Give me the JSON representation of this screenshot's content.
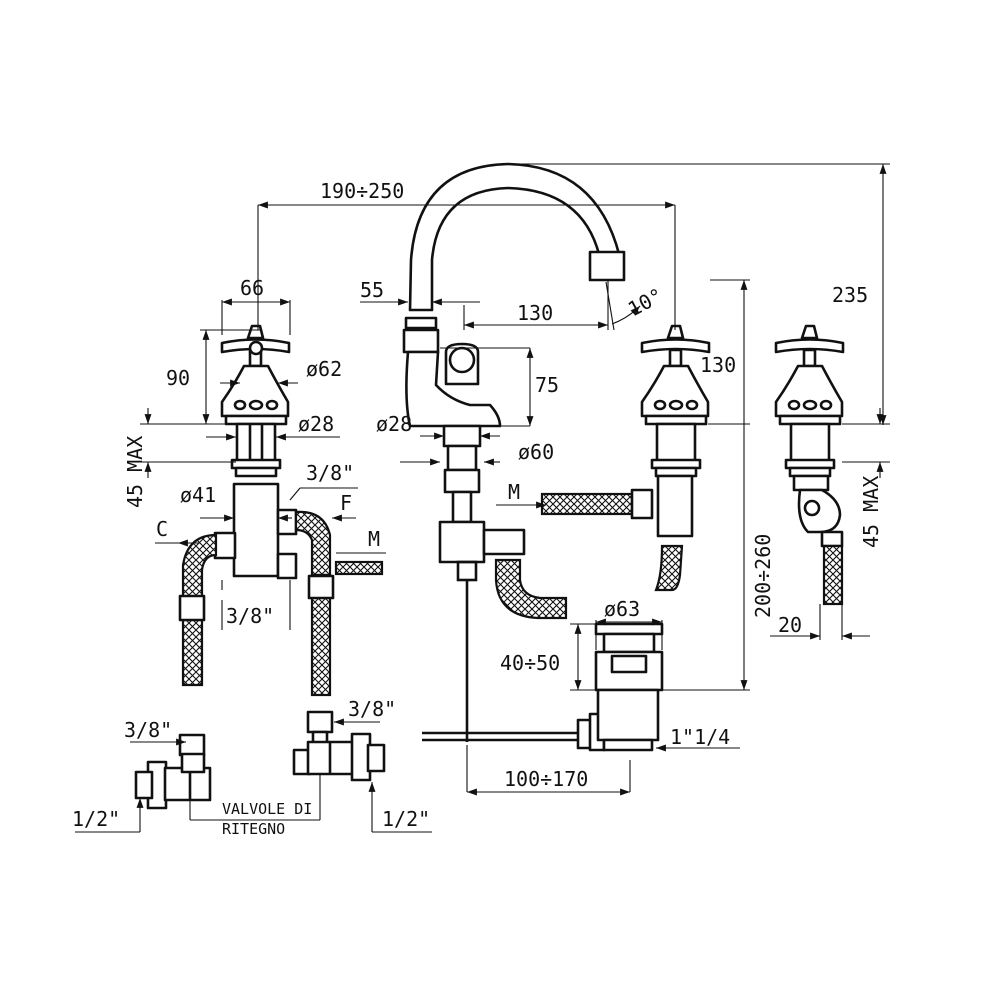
{
  "dimensions": {
    "spout_spread": "190÷250",
    "handle_width": "66",
    "spout_offset": "55",
    "spout_reach": "130",
    "spout_angle": "10°",
    "total_height": "235",
    "handle_height": "90",
    "handle_dia": "ø62",
    "body_height": "75",
    "right_height": "130",
    "shank_dia_left": "ø28",
    "shank_dia_spout": "ø28",
    "base_dia": "ø60",
    "deck_max_left": "45 MAX",
    "deck_max_right": "45 MAX",
    "body_dia": "ø41",
    "conn_top": "3/8\"",
    "conn_f": "F",
    "conn_c": "C",
    "conn_m_left": "M",
    "conn_m_right": "M",
    "conn_bottom": "3/8\"",
    "hose_left_end": "3/8\"",
    "hose_right_end": "3/8\"",
    "inlet_left": "1/2\"",
    "inlet_right": "1/2\"",
    "check_valves_line1": "VALVOLE DI",
    "check_valves_line2": "RITEGNO",
    "waste_dia": "ø63",
    "waste_height": "40÷50",
    "waste_thread": "1\"1/4",
    "lever_length": "100÷170",
    "deck_range": "200÷260",
    "hose_offset": "20"
  }
}
